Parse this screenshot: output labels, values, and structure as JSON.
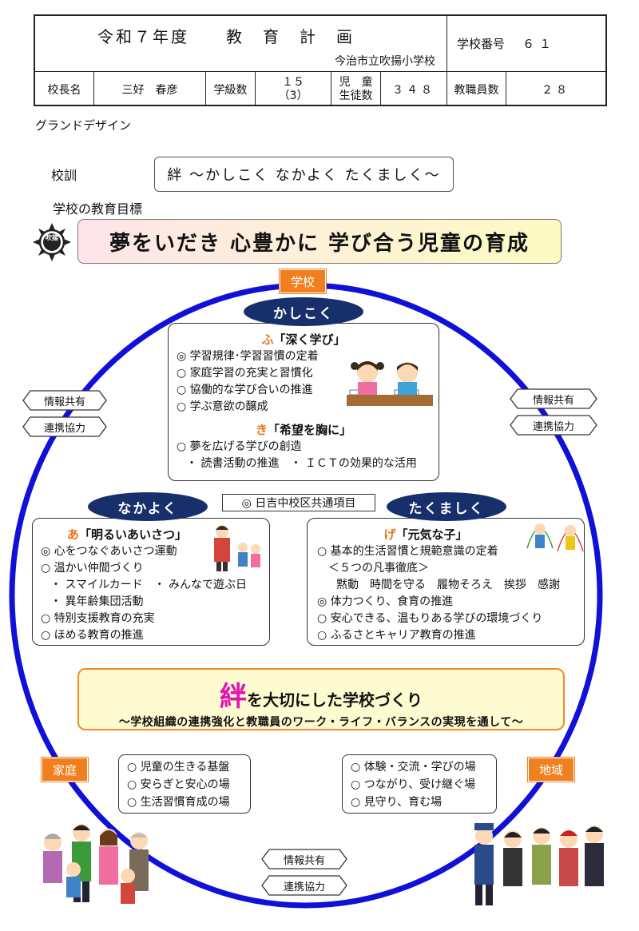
{
  "header": {
    "title": "令和７年度　　教　育　計　画",
    "school": "今治市立吹揚小学校",
    "school_no_label": "学校番号",
    "school_no": "６１",
    "principal_label": "校長名",
    "principal": "三好　春彦",
    "classes_label": "学級数",
    "classes_main": "１５",
    "classes_sub": "（3）",
    "students_label_1": "児　童",
    "students_label_2": "生徒数",
    "students": "３４８",
    "staff_label": "教職員数",
    "staff": "２８"
  },
  "section_title": "グランドデザイン",
  "motto_label": "校訓",
  "motto": "絆 ～かしこく なかよく たくましく～",
  "goal_label": "学校の教育目標",
  "goal": "夢をいだき 心豊かに 学び合う児童の育成",
  "logo_text": "吹揚",
  "tags": {
    "school": "学校",
    "home": "家庭",
    "region": "地域"
  },
  "links": {
    "share": "情報共有",
    "coop": "連携協力"
  },
  "kashikoku": {
    "pill": "かしこく",
    "h1_key": "ふ",
    "h1": "「深く学び」",
    "items1": [
      "◎ 学習規律･学習習慣の定着",
      "○ 家庭学習の充実と習慣化",
      "○ 協働的な学び合いの推進",
      "○ 学ぶ意欲の醸成"
    ],
    "h2_key": "き",
    "h2": "「希望を胸に」",
    "items2": [
      "○ 夢を広げる学びの創造",
      "・ 読書活動の推進　・ ＩＣＴの効果的な活用"
    ]
  },
  "common": "◎ 日吉中校区共通項目",
  "nakayoku": {
    "pill": "なかよく",
    "h_key": "あ",
    "h": "「明るいあいさつ」",
    "items": [
      "◎ 心をつなぐあいさつ運動",
      "○ 温かい仲間づくり",
      "・ スマイルカード　・ みんなで遊ぶ日",
      "・ 異年齢集団活動",
      "○ 特別支援教育の充実",
      "○ ほめる教育の推進"
    ]
  },
  "takumashiku": {
    "pill": "たくましく",
    "h_key": "げ",
    "h": "「元気な子」",
    "items": [
      "○ 基本的生活習慣と規範意識の定着",
      "＜５つの凡事徹底＞",
      "黙動　時間を守る　履物そろえ　挨拶　感謝",
      "◎ 体力つくり、食育の推進",
      "○ 安心できる、温もりある学びの環境づくり",
      "○ ふるさとキャリア教育の推進"
    ]
  },
  "kizuna": {
    "big": "絆",
    "rest": "を大切にした学校づくり",
    "sub": "～学校組織の連携強化と教職員のワーク・ライフ・バランスの実現を通して～"
  },
  "home_items": [
    "○ 児童の生きる基盤",
    "○ 安らぎと安心の場",
    "○ 生活習慣育成の場"
  ],
  "region_items": [
    "○ 体験・交流・学びの場",
    "○ つながり、受け継ぐ場",
    "○ 見守り、育む場"
  ]
}
